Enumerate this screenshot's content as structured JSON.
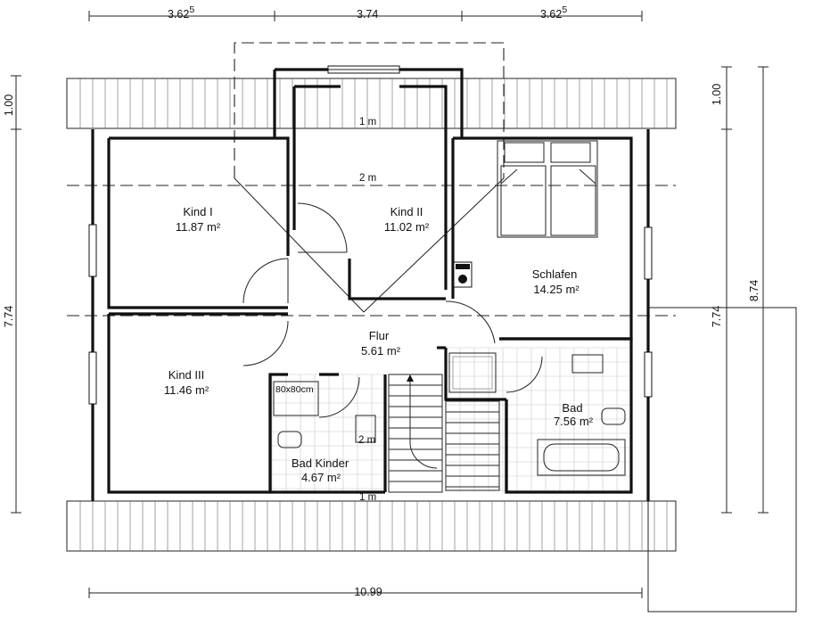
{
  "dimensions": {
    "top_left": "3.62",
    "top_left_sup": "5",
    "top_center": "3.74",
    "top_right": "3.62",
    "top_right_sup": "5",
    "left_top": "1.00",
    "left_main": "7.74",
    "right_top": "1.00",
    "right_main": "7.74",
    "right_outer": "8.74",
    "bottom": "10.99"
  },
  "rooms": {
    "kind1": {
      "name": "Kind I",
      "area": "11.87 m²"
    },
    "kind2": {
      "name": "Kind II",
      "area": "11.02 m²"
    },
    "kind3": {
      "name": "Kind III",
      "area": "11.46 m²"
    },
    "schlafen": {
      "name": "Schlafen",
      "area": "14.25 m²"
    },
    "flur": {
      "name": "Flur",
      "area": "5.61 m²"
    },
    "bad": {
      "name": "Bad",
      "area": "7.56 m²"
    },
    "bad_kinder": {
      "name": "Bad Kinder",
      "area": "4.67 m²"
    }
  },
  "height_marks": {
    "kind2_1m": "1 m",
    "kind2_2m": "2 m",
    "badk_2m": "2 m",
    "bottom_1m": "1 m"
  },
  "fixtures": {
    "shower_label": "80x80cm"
  }
}
